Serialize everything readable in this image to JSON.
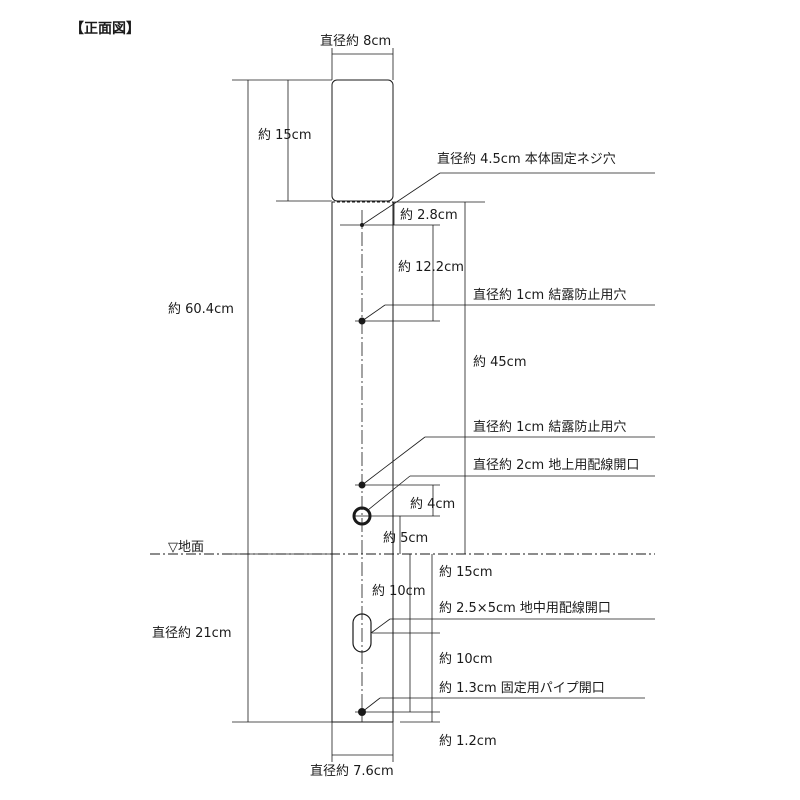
{
  "title": "【正面図】",
  "ground": "▽地面",
  "labels": {
    "top_diameter": "直径約 8cm",
    "cap_height": "約 15cm",
    "total_height": "約 60.4cm",
    "screw_hole": "直径約 4.5cm 本体固定ネジ穴",
    "d_2_8": "約 2.8cm",
    "d_12_2": "約 12.2cm",
    "vent_hole_1": "直径約 1cm 結露防止用穴",
    "d_45": "約 45cm",
    "vent_hole_2": "直径約 1cm 結露防止用穴",
    "wire_above": "直径約 2cm 地上用配線開口",
    "d_4": "約 4cm",
    "d_5": "約 5cm",
    "d_15": "約 15cm",
    "d_10a": "約 10cm",
    "wire_below": "約 2.5×5cm 地中用配線開口",
    "below_ground": "直径約 21cm",
    "d_10b": "約 10cm",
    "pipe_hole": "約 1.3cm 固定用パイプ開口",
    "d_1_2": "約 1.2cm",
    "bottom_diameter": "直径約 7.6cm"
  }
}
